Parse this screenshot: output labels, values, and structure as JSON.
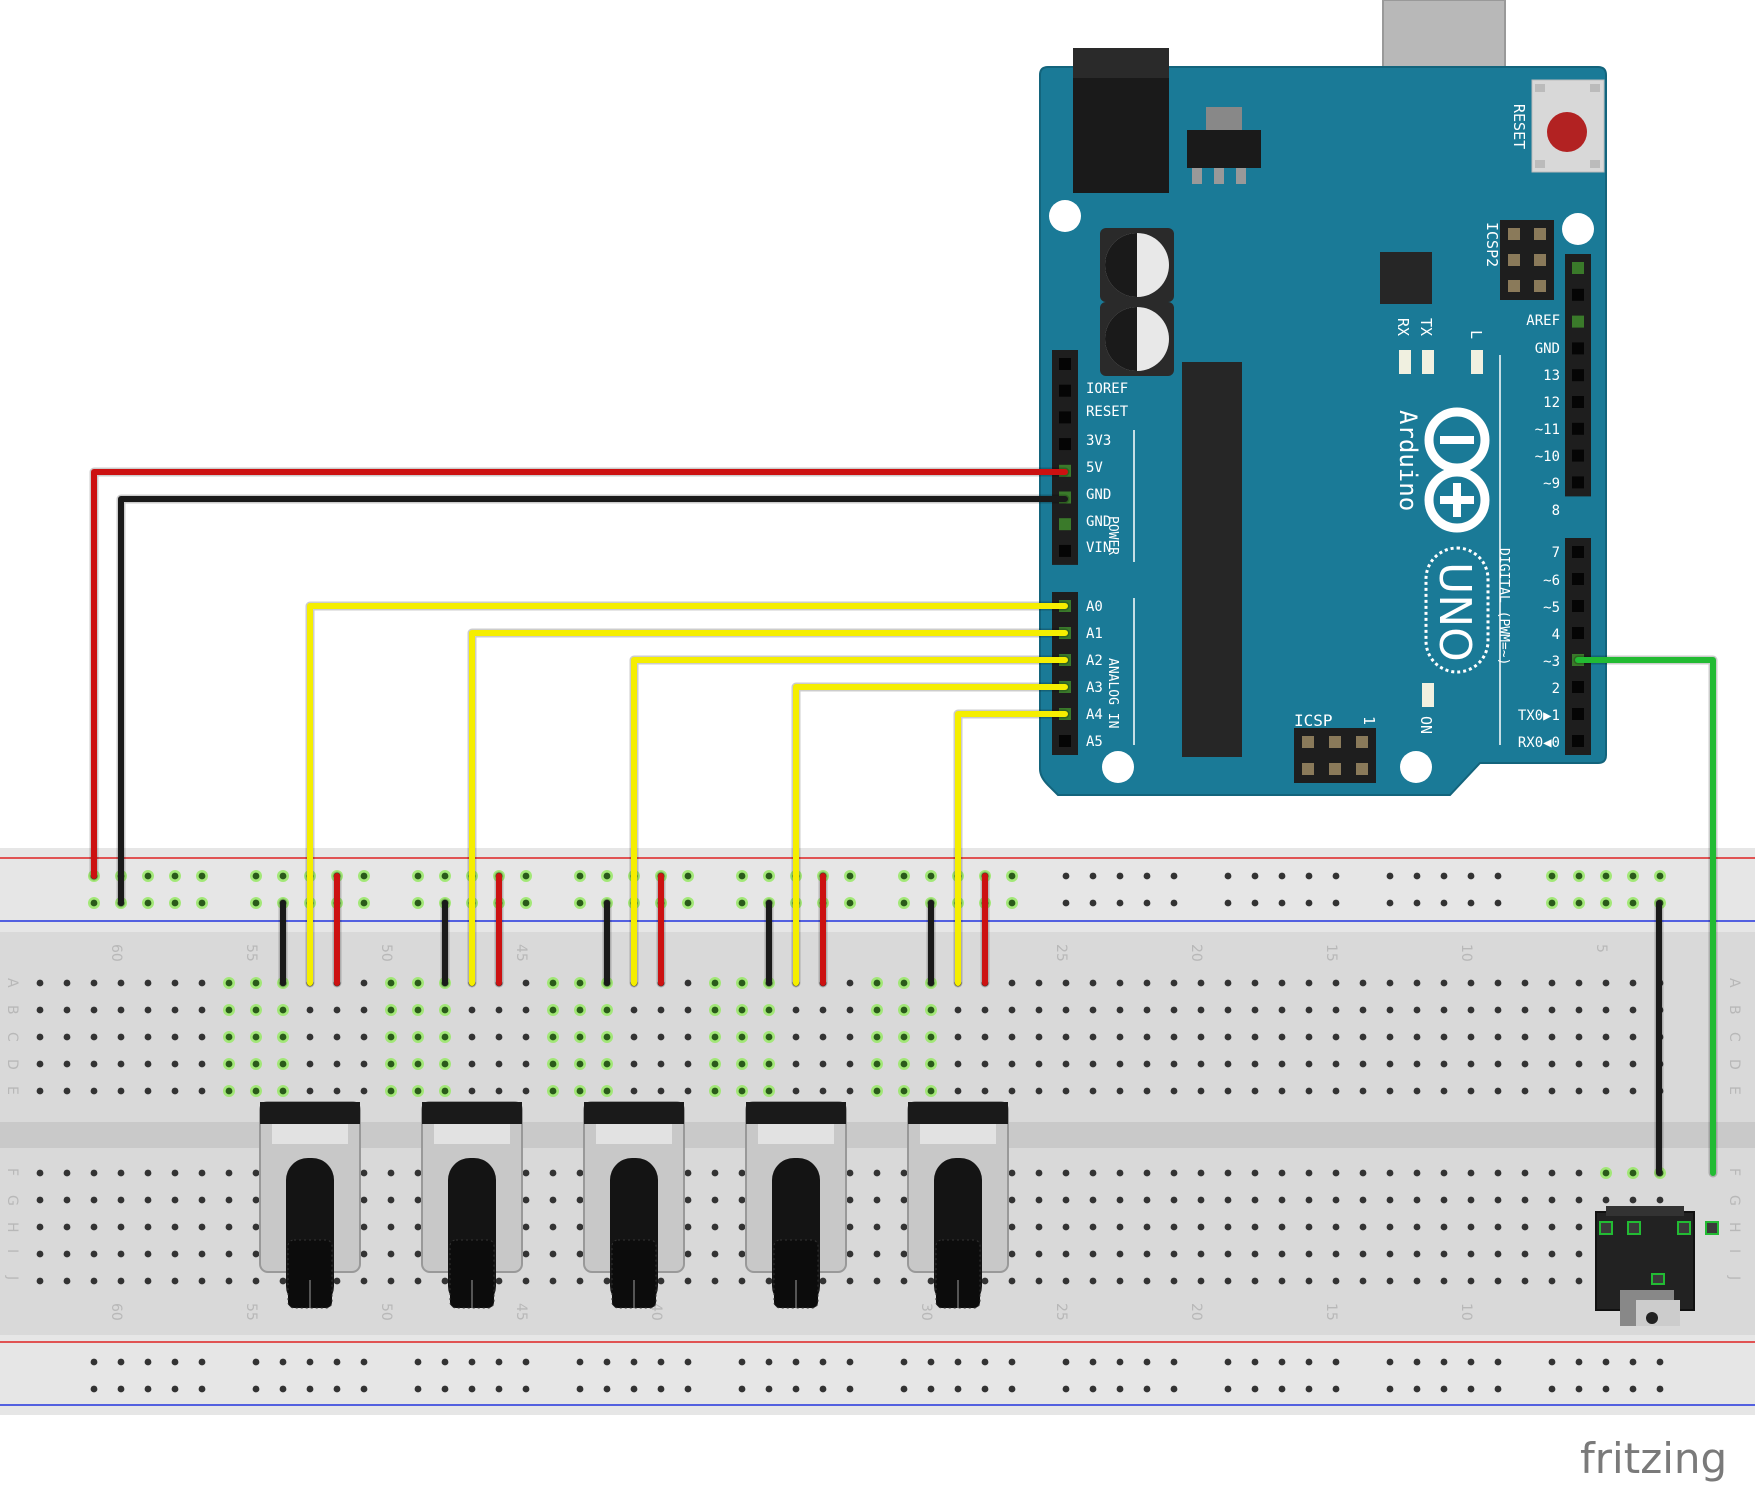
{
  "brand": {
    "name": "fritzing",
    "color": "#7a7a7a"
  },
  "arduino": {
    "board_color": "#1a7a97",
    "logo_text": "Arduino",
    "model_text": "UNO",
    "reset_label": "RESET",
    "icsp2_label": "ICSP2",
    "icsp_label": "ICSP",
    "icsp_pin1_label": "1",
    "on_label": "ON",
    "led_labels": {
      "tx": "TX",
      "rx": "RX",
      "l": "L"
    },
    "power_section_label": "POWER",
    "analog_section_label": "ANALOG IN",
    "digital_section_label": "DIGITAL (PWM=~)",
    "power_pins": [
      "IOREF",
      "RESET",
      "3V3",
      "5V",
      "GND",
      "GND",
      "VIN"
    ],
    "analog_pins": [
      "A0",
      "A1",
      "A2",
      "A3",
      "A4",
      "A5"
    ],
    "digital_upper_pins": [
      "AREF",
      "GND",
      "13",
      "12",
      "~11",
      "~10",
      "~9",
      "8"
    ],
    "digital_lower_pins": [
      "7",
      "~6",
      "~5",
      "4",
      "~3",
      "2",
      "TX0▶1",
      "RX0◀0"
    ]
  },
  "breadboard": {
    "row_letters_top": [
      "A",
      "B",
      "C",
      "D",
      "E"
    ],
    "row_letters_bottom": [
      "F",
      "G",
      "H",
      "I",
      "J"
    ],
    "column_numbers": [
      "60",
      "55",
      "50",
      "45",
      "25",
      "20",
      "15",
      "10",
      "5"
    ],
    "column_numbers_bottom": [
      "60",
      "55",
      "50",
      "45",
      "40",
      "30",
      "25",
      "20",
      "15",
      "10"
    ]
  },
  "wire_colors": {
    "red": "#cc1111",
    "black": "#1a1a1a",
    "yellow": "#f5ee00",
    "green": "#22bb33"
  }
}
